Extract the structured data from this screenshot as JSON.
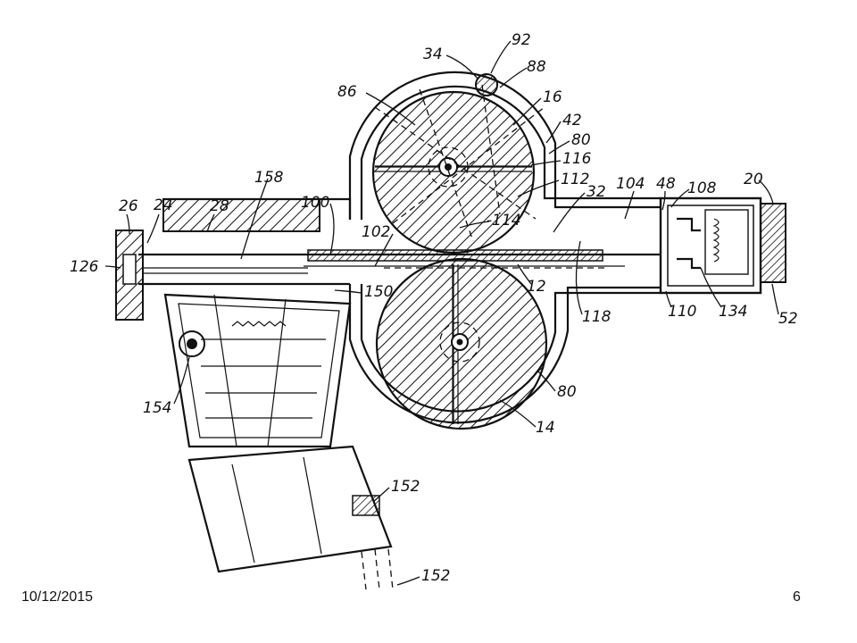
{
  "footer": {
    "date": "10/12/2015",
    "page_number": "6"
  },
  "diagram": {
    "reference_numerals": [
      {
        "id": "r92",
        "text": "92"
      },
      {
        "id": "r34",
        "text": "34"
      },
      {
        "id": "r88",
        "text": "88"
      },
      {
        "id": "r86",
        "text": "86"
      },
      {
        "id": "r16",
        "text": "16"
      },
      {
        "id": "r42",
        "text": "42"
      },
      {
        "id": "r80a",
        "text": "80"
      },
      {
        "id": "r116",
        "text": "116"
      },
      {
        "id": "r112",
        "text": "112"
      },
      {
        "id": "r158",
        "text": "158"
      },
      {
        "id": "r32",
        "text": "32"
      },
      {
        "id": "r104",
        "text": "104"
      },
      {
        "id": "r48",
        "text": "48"
      },
      {
        "id": "r108",
        "text": "108"
      },
      {
        "id": "r20",
        "text": "20"
      },
      {
        "id": "r26",
        "text": "26"
      },
      {
        "id": "r24",
        "text": "24"
      },
      {
        "id": "r28",
        "text": "28"
      },
      {
        "id": "r100",
        "text": "100"
      },
      {
        "id": "r114",
        "text": "-114"
      },
      {
        "id": "r102",
        "text": "102"
      },
      {
        "id": "r126",
        "text": "126"
      },
      {
        "id": "r12",
        "text": "12"
      },
      {
        "id": "r150",
        "text": "150"
      },
      {
        "id": "r118",
        "text": "118"
      },
      {
        "id": "r110",
        "text": "110"
      },
      {
        "id": "r134",
        "text": "134"
      },
      {
        "id": "r52",
        "text": "52"
      },
      {
        "id": "r80b",
        "text": "80"
      },
      {
        "id": "r154",
        "text": "154"
      },
      {
        "id": "r14",
        "text": "14"
      },
      {
        "id": "r152a",
        "text": "152"
      },
      {
        "id": "r152b",
        "text": "152"
      }
    ]
  }
}
